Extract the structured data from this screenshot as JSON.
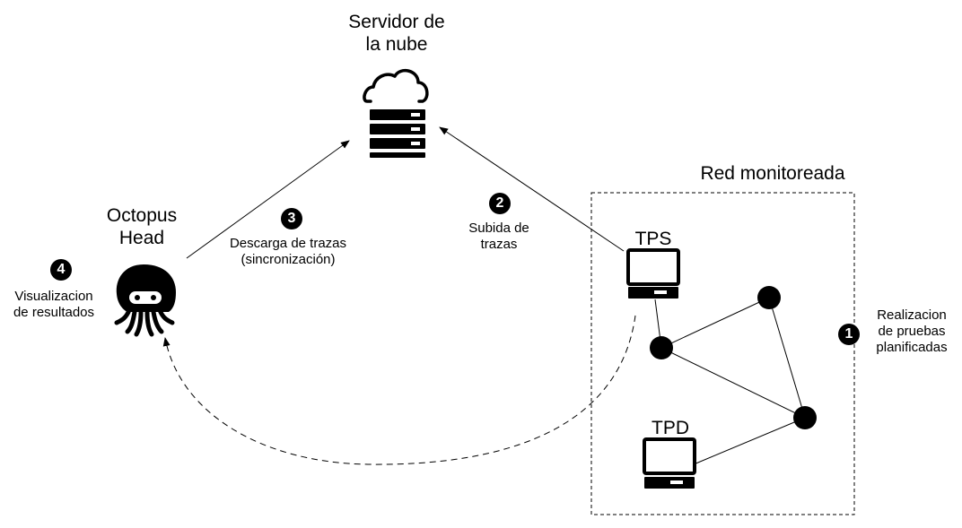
{
  "diagram": {
    "server_title_line1": "Servidor de",
    "server_title_line2": "la nube",
    "network_title": "Red monitoreada",
    "octopus_title_line1": "Octopus",
    "octopus_title_line2": "Head",
    "tps_label": "TPS",
    "tpd_label": "TPD",
    "steps": [
      {
        "number": "1",
        "line1": "Realizacion",
        "line2": "de pruebas",
        "line3": "planificadas"
      },
      {
        "number": "2",
        "line1": "Subida de",
        "line2": "trazas"
      },
      {
        "number": "3",
        "line1": "Descarga de trazas",
        "line2": "(sincronización)"
      },
      {
        "number": "4",
        "line1": "Visualizacion",
        "line2": "de resultados"
      }
    ]
  },
  "icons": {
    "server": "cloud-server-icon",
    "octopus": "octopus-icon",
    "tps": "computer-icon",
    "tpd": "computer-icon"
  }
}
